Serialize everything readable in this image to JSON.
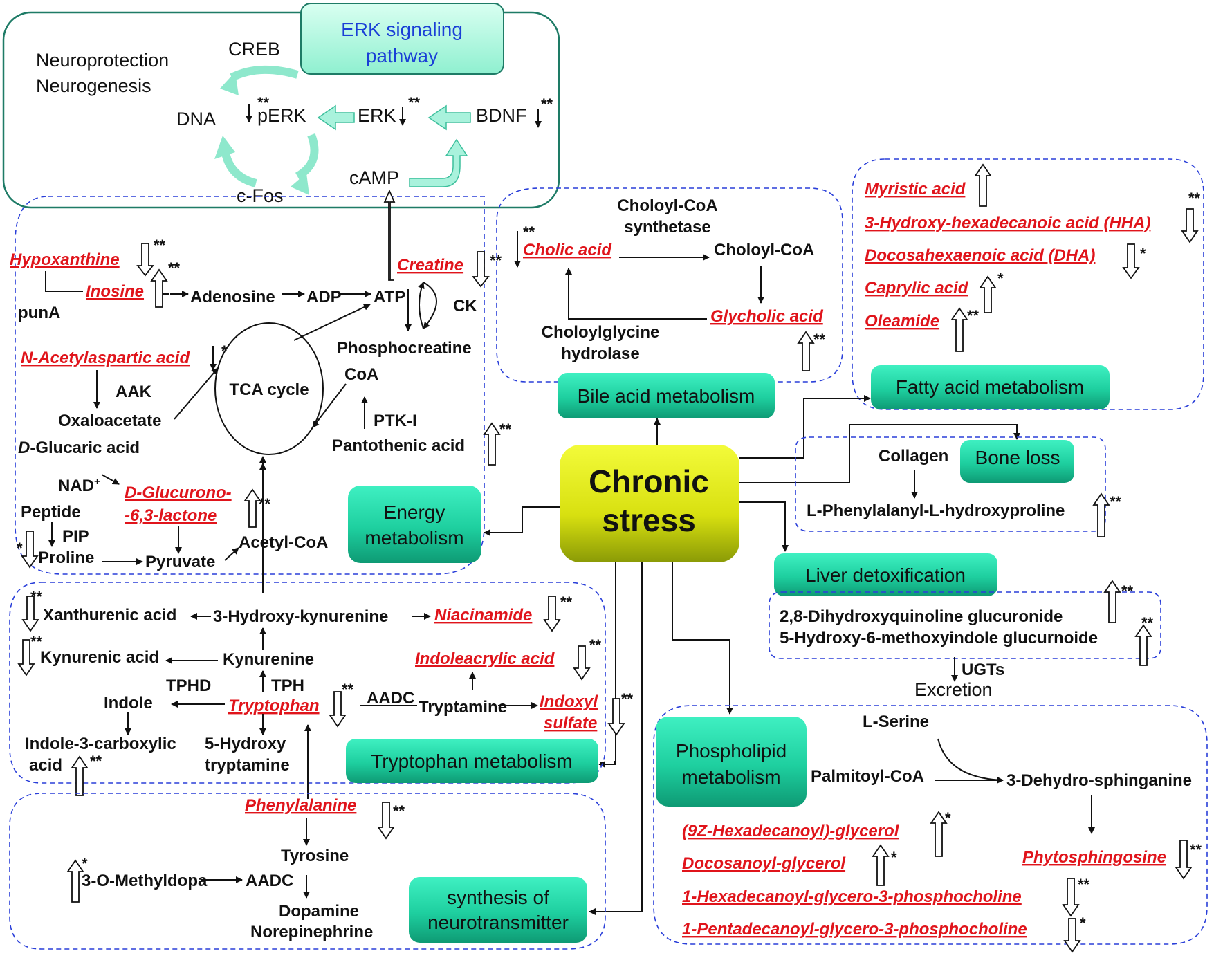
{
  "erk": {
    "title_line1": "ERK  signaling",
    "title_line2": "pathway",
    "neuroprotection": "Neuroprotection",
    "neurogenesis": "Neurogenesis",
    "creb": "CREB",
    "dna": "DNA",
    "perk": "pERK",
    "erk": "ERK",
    "bdnf": "BDNF",
    "cfos": "c-Fos",
    "camp": "cAMP"
  },
  "stars": {
    "single": "*",
    "double": "**"
  },
  "center": {
    "line1": "Chronic",
    "line2": "stress"
  },
  "categories": {
    "energy": [
      "Energy",
      "metabolism"
    ],
    "bile": "Bile acid metabolism",
    "fatty": "Fatty acid metabolism",
    "bone": "Bone loss",
    "liver": "Liver detoxification",
    "tryptophan": "Tryptophan metabolism",
    "phospholipid": [
      "Phospholipid",
      "metabolism"
    ],
    "neuro": [
      "synthesis of",
      "neurotransmitter"
    ]
  },
  "energy": {
    "hypoxanthine": "Hypoxanthine",
    "inosine": "Inosine",
    "punA": "punA",
    "adenosine": "Adenosine",
    "adp": "ADP",
    "atp": "ATP",
    "creatine": "Creatine",
    "ck": "CK",
    "phosphocreatine": "Phosphocreatine",
    "naa": "N-Acetylaspartic acid",
    "aak": "AAK",
    "tca": "TCA cycle",
    "coa": "CoA",
    "oxaloacetate": "Oxaloacetate",
    "ptk": "PTK-I",
    "glucaric_d": "D",
    "glucaric_rest": "-Glucaric acid",
    "pantothenic": "Pantothenic acid",
    "nad": "NAD",
    "nad_sup": "+",
    "glucurono1": "D-Glucurono-",
    "glucurono2": "-6,3-lactone",
    "peptide": "Peptide",
    "pip": "PIP",
    "proline": "Proline",
    "pyruvate": "Pyruvate",
    "acetylcoa": "Acetyl-CoA"
  },
  "bile": {
    "synthetase1": "Choloyl-CoA",
    "synthetase2": "synthetase",
    "cholic": "Cholic acid",
    "choloylcoa": "Choloyl-CoA",
    "glycholic": "Glycholic acid",
    "hydrolase1": "Choloylglycine",
    "hydrolase2": "hydrolase"
  },
  "fatty": {
    "myristic": "Myristic acid",
    "hha": "3-Hydroxy-hexadecanoic acid (HHA)",
    "dha": "Docosahexaenoic acid (DHA)",
    "caprylic": "Caprylic acid",
    "oleamide": "Oleamide"
  },
  "bone": {
    "collagen": "Collagen",
    "phe_hyp": "L-Phenylalanyl-L-hydroxyproline"
  },
  "liver": {
    "dhq": "2,8-Dihydroxyquinoline glucuronide",
    "hmi": "5-Hydroxy-6-methoxyindole glucurnoide",
    "ugts": "UGTs",
    "excretion": "Excretion"
  },
  "tryptophan": {
    "xanthurenic": "Xanthurenic acid",
    "hydroxykyn": "3-Hydroxy-kynurenine",
    "niacinamide": "Niacinamide",
    "kynurenic": "Kynurenic acid",
    "kynurenine": "Kynurenine",
    "indoleacrylic": "Indoleacrylic acid",
    "tphd": "TPHD",
    "tph": "TPH",
    "indole": "Indole",
    "tryptophan": "Tryptophan",
    "aadc": "AADC",
    "tryptamine": "Tryptamine",
    "indoxyl1": "Indoxyl",
    "indoxyl2": "sulfate",
    "ica1": "Indole-3-carboxylic",
    "ica2": "acid",
    "ht1": "5-Hydroxy",
    "ht2": "tryptamine"
  },
  "neuro": {
    "phenylalanine": "Phenylalanine",
    "tyrosine": "Tyrosine",
    "omd": "3-O-Methyldopa",
    "aadc": "AADC",
    "dopamine": "Dopamine",
    "norepinephrine": "Norepinephrine"
  },
  "phospholipid": {
    "serine": "L-Serine",
    "palmitoyl": "Palmitoyl-CoA",
    "dehydro": "3-Dehydro-sphinganine",
    "phyto": "Phytosphingosine",
    "hexadecanoyl": "(9Z-Hexadecanoyl)-glycerol",
    "docosanoyl": "Docosanoyl-glycerol",
    "lpc16": "1-Hexadecanoyl-glycero-3-phosphocholine",
    "lpc15": "1-Pentadecanoyl-glycero-3-phosphocholine"
  },
  "colors": {
    "metabolite_red": "#e0141b",
    "erk_title_blue": "#1a3fd6",
    "dashed_box_blue": "#2a3fd9",
    "category_green": "#22d6a6",
    "stress_yellow": "#e7ef12"
  }
}
